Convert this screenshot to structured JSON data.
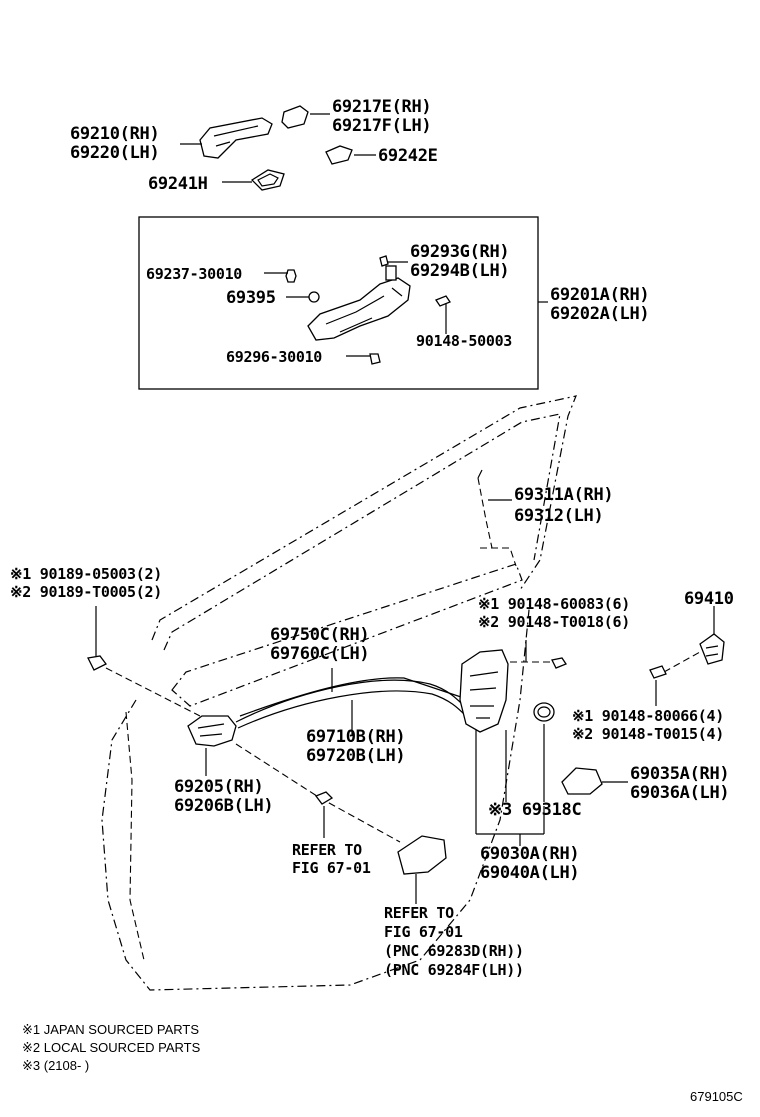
{
  "labels": {
    "p69217e": "69217E(RH)",
    "p69217f": "69217F(LH)",
    "p69210": "69210(RH)",
    "p69220": "69220(LH)",
    "p69242e": "69242E",
    "p69241h": "69241H",
    "p69293g": "69293G(RH)",
    "p69294b": "69294B(LH)",
    "p69237": "69237-30010",
    "p69395": "69395",
    "p69201a": "69201A(RH)",
    "p69202a": "69202A(LH)",
    "p90148_50003": "90148-50003",
    "p69296": "69296-30010",
    "p69311a": "69311A(RH)",
    "p69312": "69312(LH)",
    "p90189_05003": "※1 90189-05003(2)",
    "p90189_t0005": "※2 90189-T0005(2)",
    "p90148_60083": "※1 90148-60083(6)",
    "p90148_t0018": "※2 90148-T0018(6)",
    "p69410": "69410",
    "p69750c": "69750C(RH)",
    "p69760c": "69760C(LH)",
    "p69710b": "69710B(RH)",
    "p69720b": "69720B(LH)",
    "p90148_80066": "※1 90148-80066(4)",
    "p90148_t0015": "※2 90148-T0015(4)",
    "p69205": "69205(RH)",
    "p69206b": "69206B(LH)",
    "p69035a": "69035A(RH)",
    "p69036a": "69036A(LH)",
    "p69318c": "※3 69318C",
    "refer1_a": "REFER TO",
    "refer1_b": "FIG 67-01",
    "p69030a": "69030A(RH)",
    "p69040a": "69040A(LH)",
    "refer2_a": "REFER TO",
    "refer2_b": "FIG 67-01",
    "refer2_c": "(PNC 69283D(RH))",
    "refer2_d": "(PNC 69284F(LH))"
  },
  "notes": {
    "n1": "※1 JAPAN SOURCED PARTS",
    "n2": "※2 LOCAL SOURCED PARTS",
    "n3": "※3 (2108-       )"
  },
  "diagram_id": "679105C"
}
